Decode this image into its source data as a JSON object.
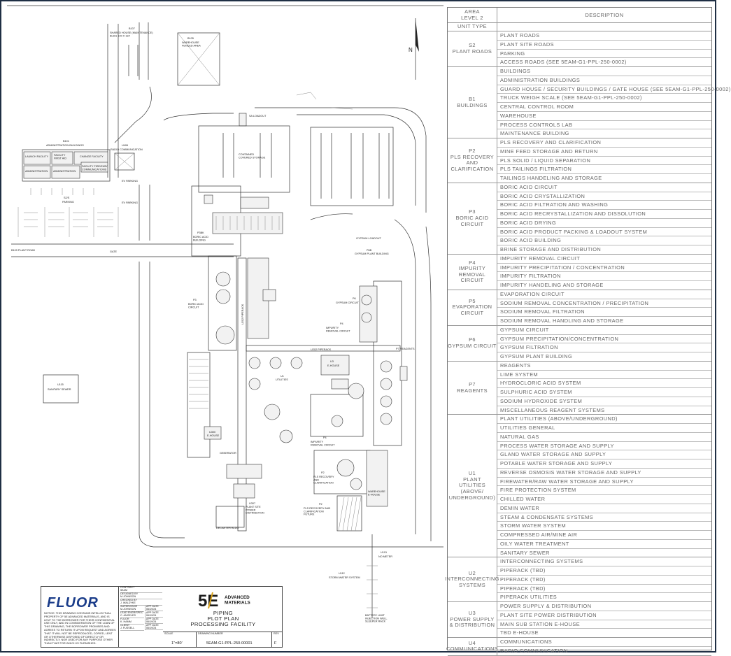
{
  "plan": {
    "north_label": "N",
    "labels": {
      "b107": "B107",
      "b107_sub": "SHARED HOUSE (MAINTENANCE)\nBLDG 100 X 110'",
      "b105": "B105",
      "b105_sub": "WAREHOUSE\nFENCED AREA",
      "b101": "B101",
      "b101_sub": "ADMINISTRATION BUILDINGS",
      "launch_facility": "LAUNCH FACILITY",
      "facility_first_aid": "FACILITY\nFIRST AID",
      "change_facility": "CHANGE FACILITY",
      "facility_fire_ems": "FACILITY FIRE/EMS/\nCOMMUNICATIONS",
      "administration_a": "ADMINISTRATION",
      "administration_b": "ADMINISTRATION",
      "u406": "U406",
      "radio_communication": "RADIO COMMUNICATION",
      "ev_parking_1": "EV PARKING",
      "ev_parking_2": "EV PARKING",
      "s2_parking_code": "S2/S",
      "s2_parking": "PARKING",
      "sa_loadout": "SA LOADOUT",
      "sa_loadout_code": "SA",
      "covered_storage": "CONTAINED\nCOVERED STORAGE",
      "b109_plant_road": "B109 PLANT ROAD",
      "gate": "GATE",
      "p3_building_code": "P3BK",
      "p3_building": "BORIC ACID\nBUILDING",
      "gypsum_loadout": "GYPSUM LOADOUT",
      "p6_building_code": "P6B",
      "p6_building": "GYPSUM PLANT BUILDING",
      "p3_code": "P3",
      "p3_circuit": "BORIC ACID\nCIRCUIT",
      "u2_piperack_vertical": "U202 PIPERACK",
      "p6_code": "P6",
      "p6_circuit": "GYPSUM CIRCUIT",
      "p4_code_a": "P4",
      "p4_circuit_a": "IMPURITY\nREMOVAL CIRCUIT",
      "p7_reagents": "P7 REAGENTS",
      "u2_piperack_h": "U202 PIPERACK",
      "u3_ehouse_code": "U3",
      "u3_ehouse": "E-HOUSE",
      "u1_code": "U1",
      "u1_utilities": "UTILITIES",
      "u300_ehouse_code": "U300",
      "u300_ehouse": "E-HOUSE",
      "generator": "GENERATOR",
      "p4_code_b": "P4",
      "p4_circuit_b": "IMPURITY\nREMOVAL CIRCUIT",
      "p2_code_a": "P2",
      "p2_recovery_a": "PLS RECOVERY\nAND\nCLARIFICATION",
      "u3_power_code": "U307",
      "u3_power": "PLANT SITE\nPOWER\nDISTRIBUTION",
      "warehouse_ehouse": "WAREHOUSE\nE-HOUSE",
      "p2_code_b": "P2",
      "p2_future": "PLS RECOVERY AND\nCLARIFICATION\nFUTURE",
      "u101_code": "U101",
      "u101_no_meter": "NO METER",
      "u115_code": "U115",
      "u115_sanitary": "SANITARY SEWER",
      "storm_code": "U112",
      "storm_water": "STORM WATER SYSTEM",
      "battery_limit": "BATTERY LIMIT\nINJECTION WELL\nSLEEPER RACK",
      "decanter": "DECANTER BLDG"
    }
  },
  "legend": {
    "header": {
      "area": "AREA\nLEVEL 2",
      "description": "DESCRIPTION"
    },
    "unit_type_label": "UNIT TYPE",
    "groups": [
      {
        "area": "S2\nPLANT ROADS",
        "items": [
          "PLANT ROADS",
          "PLANT SITE ROADS",
          "PARKING",
          "ACCESS ROADS (SEE 5EAM-G1-PPL-250-0002)"
        ]
      },
      {
        "area": "B1\nBUILDINGS",
        "items": [
          "BUILDINGS",
          "ADMINISTRATION BUILDINGS",
          "GUARD HOUSE / SECURITY BUILDINGS / GATE HOUSE (SEE 5EAM-G1-PPL-250-0002)",
          "TRUCK WEIGH SCALE (SEE 5EAM-G1-PPL-250-0002)",
          "CENTRAL CONTROL ROOM",
          "WAREHOUSE",
          "PROCESS CONTROLS LAB",
          "MAINTENANCE BUILDING"
        ]
      },
      {
        "area": "P2\nPLS RECOVERY\nAND\nCLARIFICATION",
        "items": [
          "PLS RECOVERY AND CLARIFICATION",
          "MINE FEED STORAGE AND RETURN",
          "PLS SOLID / LIQUID SEPARATION",
          "PLS TAILINGS FILTRATION",
          "TAILINGS HANDELING AND STORAGE"
        ]
      },
      {
        "area": "P3\nBORIC ACID\nCIRCUIT",
        "items": [
          "BORIC ACID CIRCUIT",
          "BORIC ACID CRYSTALLIZATION",
          "BORIC ACID FILTRATION AND WASHING",
          "BORIC ACID RECRYSTALLIZATION AND DISSOLUTION",
          "BORIC ACID DRYING",
          "BORIC ACID PRODUCT PACKING & LOADOUT SYSTEM",
          "BORIC ACID BUILDING",
          "BRINE STORAGE AND DISTRIBUTION"
        ]
      },
      {
        "area": "P4\nIMPURITY\nREMOVAL CIRCUIT",
        "items": [
          "IMPURITY REMOVAL CIRCUIT",
          "IMPURITY PRECIPITATION / CONCENTRATION",
          "IMPURITY FILTRATION",
          "IMPURITY HANDELING AND STORAGE"
        ]
      },
      {
        "area": "P5\nEVAPORATION\nCIRCUIT",
        "items": [
          "EVAPORATION CIRCUIT",
          "SODIUM REMOVAL CONCENTRATION / PRECIPITATION",
          "SODIUM REMOVAL FILTRATION",
          "SODIUM REMOVAL HANDLING AND STORAGE"
        ]
      },
      {
        "area": "P6\nGYPSUM CIRCUIT",
        "items": [
          "GYPSUM CIRCUIT",
          "GYPSUM PRECIPITATION/CONCENTRATION",
          "GYPSUM FILTRATION",
          "GYPSUM PLANT BUILDING"
        ]
      },
      {
        "area": "P7\nREAGENTS",
        "items": [
          "REAGENTS",
          "LIME SYSTEM",
          "HYDROCLORIC ACID SYSTEM",
          "SULPHURIC ACID SYSTEM",
          "SODIUM HYDROXIDE SYSTEM",
          "MISCELLANEOUS REAGENT SYSTEMS"
        ]
      },
      {
        "area": "U1\nPLANT\nUTILITIES\n(ABOVE/\nUNDERGROUND)",
        "items": [
          "PLANT UTILITIES (ABOVE/UNDERGROUND)",
          "UTILITIES GENERAL",
          "NATURAL GAS",
          "PROCESS WATER STORAGE AND SUPPLY",
          "GLAND WATER STORAGE AND SUPPLY",
          "POTABLE WATER STORAGE AND SUPPLY",
          "REVERSE OSMOSIS WATER STORAGE AND SUPPLY",
          "FIREWATER/RAW WATER STORAGE AND SUPPLY",
          "FIRE PROTECTION SYSTEM",
          "CHILLED WATER",
          "DEMIN WATER",
          "STEAM & CONDENSATE SYSTEMS",
          "STORM WATER SYSTEM",
          "COMPRESSED AIR/MINE AIR",
          "OILY WATER TREATMENT",
          "SANITARY SEWER"
        ]
      },
      {
        "area": "U2\nINTERCONNECTING\nSYSTEMS",
        "items": [
          "INTERCONNECTING SYSTEMS",
          "PIPERACK (TBD)",
          "PIPERACK (TBD)",
          "PIPERACK (TBD)",
          "PIPERACK UTILITIES"
        ]
      },
      {
        "area": "U3\nPOWER SUPPLY\n& DISTRIBUTION",
        "items": [
          "POWER SUPPLY & DISTRIBUTION",
          "PLANT SITE POWER DISTRIBUTION",
          "MAIN SUB STATION E-HOUSE",
          "TBD E-HOUSE"
        ]
      },
      {
        "area": "U4\nCOMMUNICATIONS",
        "items": [
          "COMMUNICATIONS",
          "RADIO COMMUNICATION"
        ]
      }
    ]
  },
  "title_block": {
    "fluor_logo": "FLUOR",
    "notice": "NOTICE: THIS DRAWING CONTAINS INTELLECTUAL PROPERTY OF 5E ADVANCED MATERIALS, AND IS LENT TO THE BORROWER FOR THEIR CONFIDENTIAL USE ONLY, AND IN CONSIDERATION OF THE LOAN OF THIS DRAWING, THE BORROWER PROMISES AND AGREES TO RETURN IT UPON REQUEST AND AGREES THAT IT WILL NOT BE REPRODUCED, COPIED, LENT OR OTHERWISE DISPOSED OF DIRECTLY OR INDIRECTLY, NOR USED FOR ANY PURPOSE OTHER THAN THAT FOR WHICH IS FURNISHED.",
    "contract_label": "CONTRACT",
    "contract": "5EAM",
    "designed_by_label": "DESIGNED BY",
    "designed_by": "M.JOHNSON",
    "checked_by_label": "CHECKED BY",
    "checked_by": "J. WALDYKE",
    "supervisor_label": "SUPERVISOR",
    "supervisor": "M.JOHNSON",
    "supervisor_date_label": "APP DATE",
    "supervisor_date": "06/19/24",
    "lead_label": "LEAD ENGR/SPEC",
    "lead": "C. ANGELES",
    "lead_date_label": "APP DATE",
    "lead_date": "06/19/24",
    "fluor_label": "FLUOR",
    "fluor_name": "K. HAMM",
    "fluor_date_label": "APP DATE",
    "fluor_date": "06/19/24",
    "client_label": "CLIENT",
    "client": "J. FUSSELL",
    "client_date_label": "APP DATE",
    "client_date": "06/19/24",
    "fivee_mark": "5E",
    "fivee_text": "ADVANCED\nMATERIALS",
    "title": "PIPING\nPLOT PLAN\nPROCESSING FACILITY",
    "scale_label": "SCALE",
    "scale": "1\"=80'",
    "drawing_number_label": "DRAWING NUMBER",
    "drawing_number": "5EAM-G1-PPL-250-00001",
    "rev_label": "REV",
    "rev": "F"
  }
}
